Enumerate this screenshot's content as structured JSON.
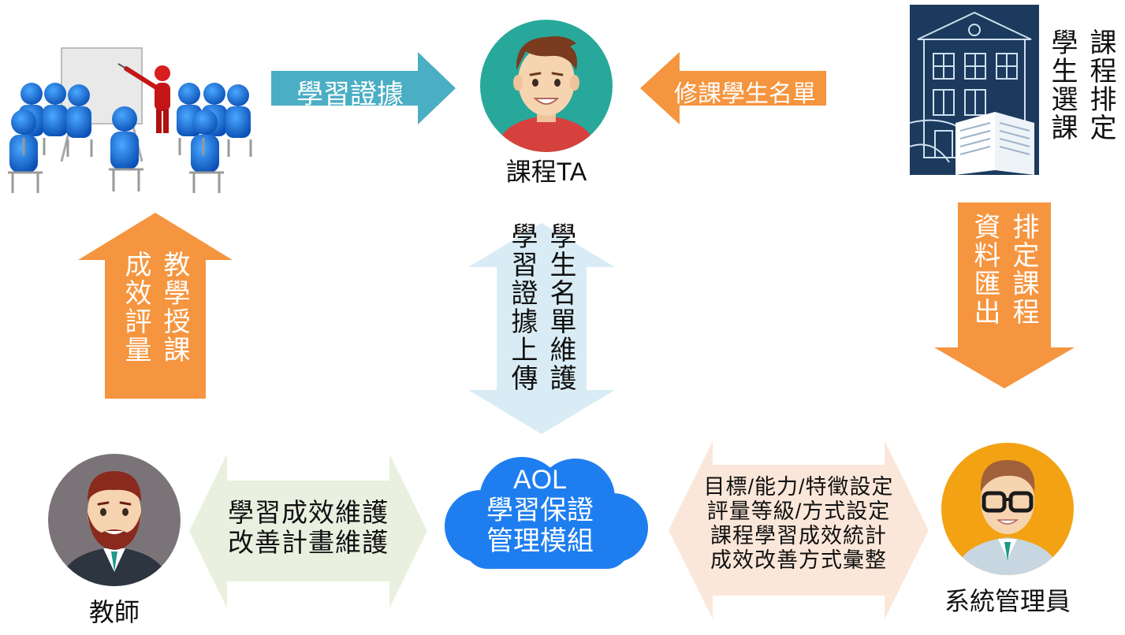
{
  "nodes": {
    "course_ta": {
      "caption": "課程TA"
    },
    "teacher": {
      "caption": "教師"
    },
    "sys_admin": {
      "caption": "系統管理員"
    },
    "aol_module": {
      "lines": [
        "AOL",
        "學習保證",
        "管理模組"
      ]
    },
    "scheduling": {
      "cols": [
        "學生選課",
        "課程排定"
      ]
    }
  },
  "arrows": {
    "learning_evidence": {
      "text": "學習證據"
    },
    "student_roster": {
      "text": "修課學生名單"
    },
    "teaching_assessment": {
      "cols": [
        "成效評量",
        "教學授課"
      ]
    },
    "ta_upload": {
      "cols": [
        "學習證據上傳",
        "學生名單維護"
      ]
    },
    "schedule_export": {
      "cols": [
        "資料匯出",
        "排定課程"
      ]
    },
    "teacher_maintenance": {
      "lines": [
        "學習成效維護",
        "改善計畫維護"
      ]
    },
    "admin_settings": {
      "lines": [
        "目標/能力/特徵設定",
        "評量等級/方式設定",
        "課程學習成效統計",
        "成效改善方式彙整"
      ]
    }
  },
  "colors": {
    "teal": "#4aaec4",
    "orange": "#f5953f",
    "light_blue": "#d9ecf5",
    "light_green": "#eaf0e0",
    "light_peach": "#fbe7d9",
    "cloud_blue": "#1e7ef0",
    "navy": "#1b3a5e"
  }
}
